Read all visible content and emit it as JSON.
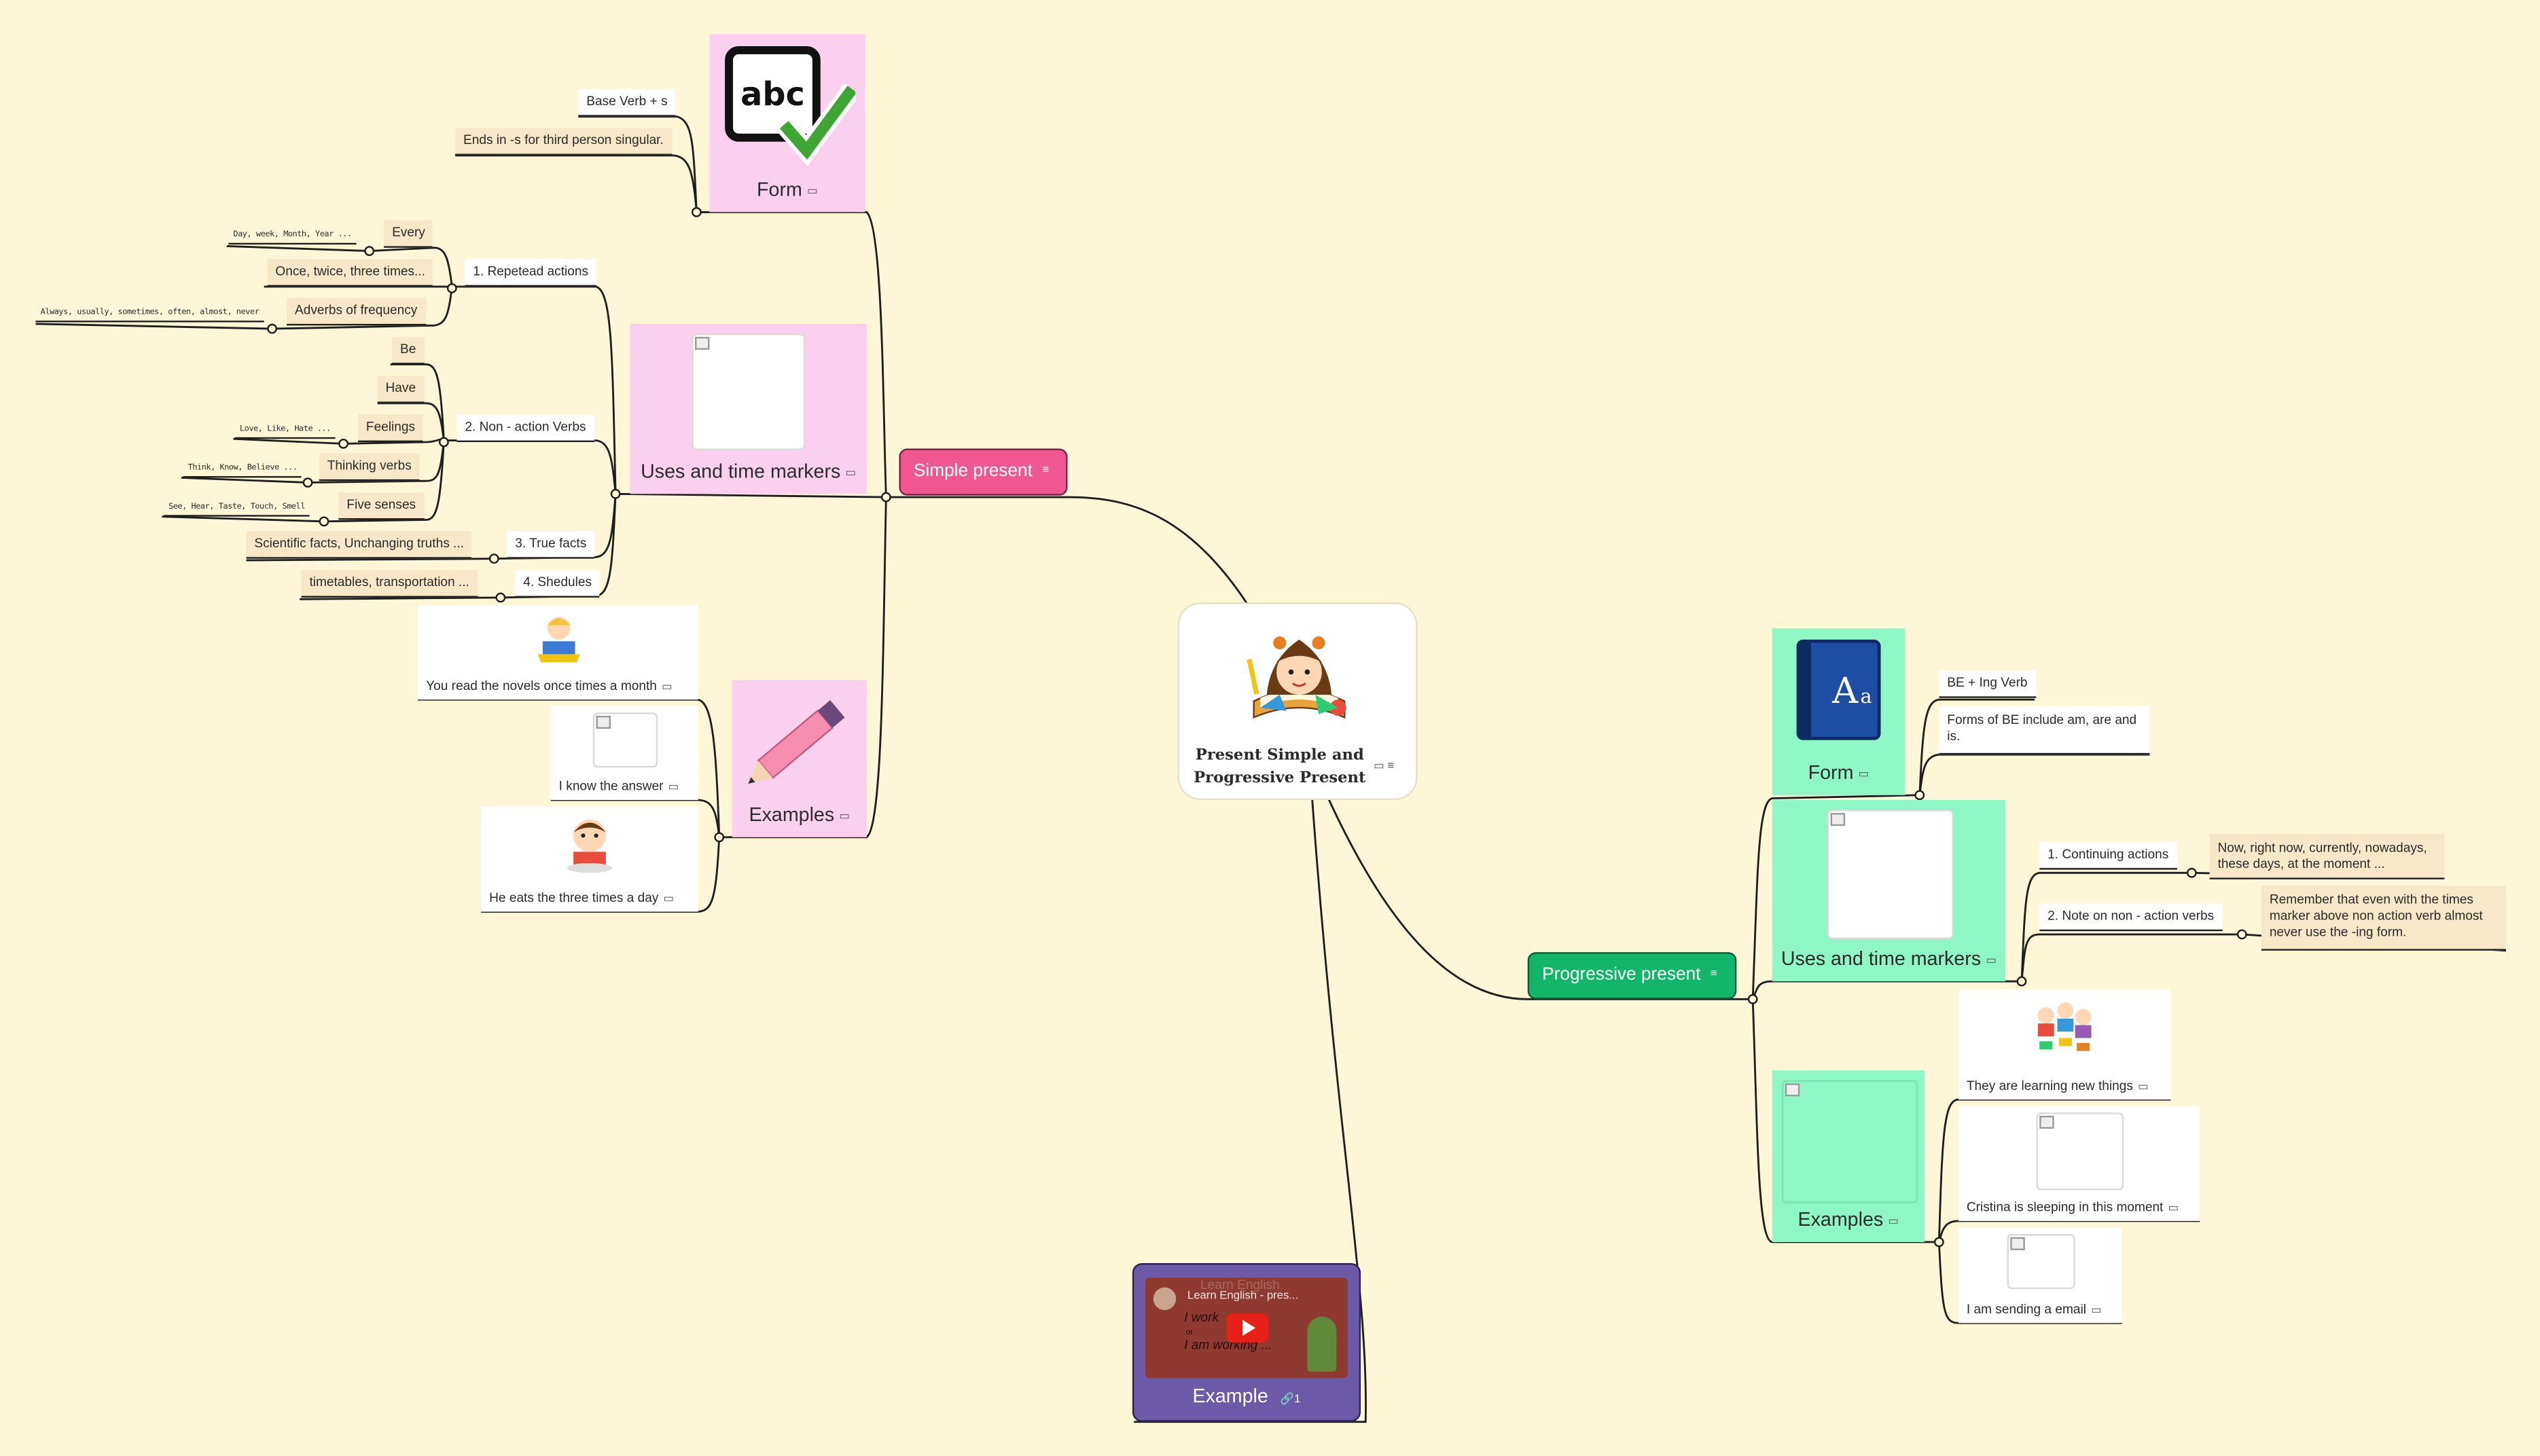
{
  "central": {
    "title": "Present Simple and Progressive Present"
  },
  "colors": {
    "background": "#fdf6d7",
    "simple_topic": "#f0568f",
    "progressive_topic": "#12b56a",
    "pink_card": "#fbd0ef",
    "mint_card": "#8ff7c6",
    "video_card": "#6c5aa8"
  },
  "simple_present": {
    "label": "Simple present",
    "form": {
      "label": "Form",
      "icon": "abc-checkmark-icon",
      "notes": [
        "Base Verb + s",
        "Ends in -s for third person singular."
      ]
    },
    "uses": {
      "label": "Uses and time markers",
      "repeated": {
        "label": "1. Repetead actions",
        "items": [
          "Every",
          "Once, twice, three times...",
          "Adverbs of frequency"
        ],
        "every_note": "Day, week, Month, Year ...",
        "adverbs_note": "Always, usually, sometimes, often, almost, never"
      },
      "non_action": {
        "label": "2. Non - action Verbs",
        "items": [
          "Be",
          "Have",
          "Feelings",
          "Thinking verbs",
          "Five senses"
        ],
        "feelings_note": "Love, Like, Hate ...",
        "thinking_note": "Think, Know, Believe ...",
        "senses_note": "See, Hear, Taste, Touch, Smell"
      },
      "true_facts": {
        "label": "3. True facts",
        "note": "Scientific facts, Unchanging truths ..."
      },
      "schedules": {
        "label": "4. Shedules",
        "note": "timetables, transportation ..."
      }
    },
    "examples": {
      "label": "Examples",
      "icon": "pencil-icon",
      "items": [
        "You read the novels once times a month",
        "I know the answer",
        "He eats the three times a day"
      ]
    }
  },
  "progressive_present": {
    "label": "Progressive present",
    "form": {
      "label": "Form",
      "icon": "dictionary-book-icon",
      "notes": [
        "BE + Ing Verb",
        "Forms of BE include am, are and is."
      ]
    },
    "uses": {
      "label": "Uses and time markers",
      "continuing": {
        "label": "1. Continuing actions",
        "note": "Now, right now, currently, nowadays, these days, at the moment ..."
      },
      "non_action": {
        "label": "2. Note on non - action verbs",
        "note": "Remember that even with the times marker above non action verb almost never use the -ing form."
      }
    },
    "examples": {
      "label": "Examples",
      "items": [
        "They are learning new things",
        "Cristina is sleeping in this moment",
        "I am sending a email"
      ]
    }
  },
  "video": {
    "label": "Example",
    "link_count": "1",
    "thumb_title": "Learn English - pres...",
    "thumb_overlay": "Learn English",
    "thumb_line1": "I work",
    "thumb_line2": "or",
    "thumb_line3": "I am working ...",
    "thumb_icon": "youtube-play-icon"
  }
}
